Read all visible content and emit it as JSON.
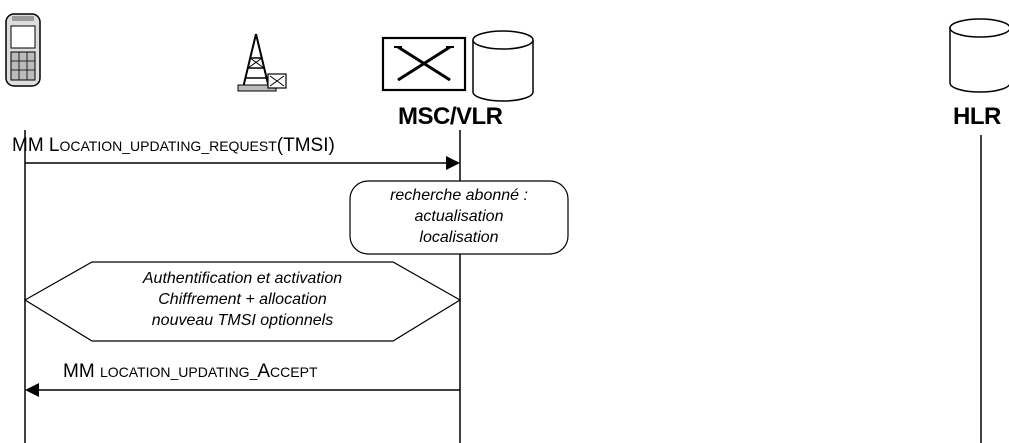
{
  "entities": {
    "ms": {
      "icon": "mobile-phone-icon"
    },
    "bts": {
      "icon": "antenna-tower-icon"
    },
    "msc_vlr": {
      "label": "MSC/VLR",
      "icon": "switch-and-database-icon"
    },
    "hlr": {
      "label": "HLR",
      "icon": "database-icon"
    }
  },
  "messages": {
    "request": {
      "prefix": "MM L",
      "small": "OCATION_UPDATING_REQUEST",
      "suffix": "(TMSI)"
    },
    "accept": {
      "prefix": "MM ",
      "small": "LOCATION_U",
      "mid": "PDATING_",
      "small2": "A",
      "mid2": "CCEPT"
    }
  },
  "notes": {
    "search": [
      "recherche abonné :",
      "actualisation",
      "localisation"
    ],
    "auth": [
      "Authentification et activation",
      "Chiffrement + allocation",
      "nouveau TMSI optionnels"
    ]
  }
}
